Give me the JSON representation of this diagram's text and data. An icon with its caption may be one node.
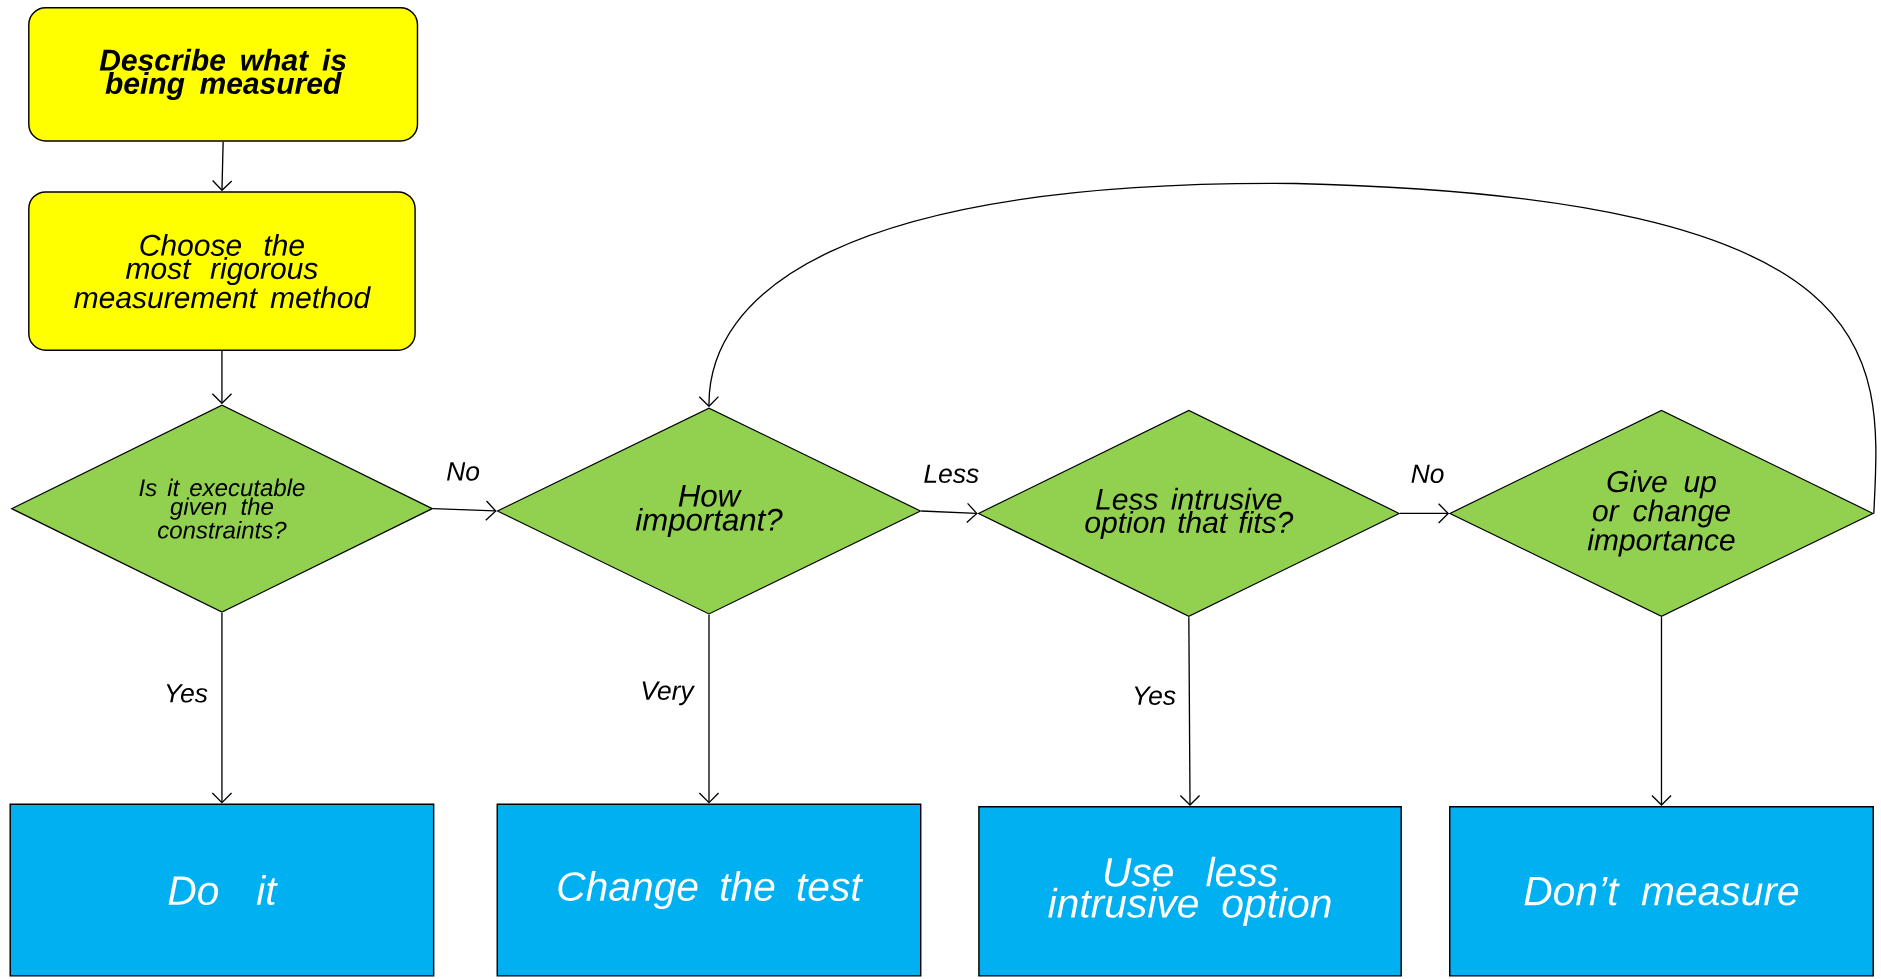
{
  "diagram": {
    "nodes": [
      {
        "text": [
          "Describe what is being measured"
        ]
      },
      {
        "text": [
          "Choose the most rigorous measurement method"
        ]
      },
      {
        "text": [
          "Is it executable given the constraints?"
        ]
      },
      {
        "text": [
          "How important?"
        ]
      },
      {
        "text": [
          "Less intrusive option that fits?"
        ]
      },
      {
        "text": [
          "Give up or change importance"
        ]
      },
      {
        "text": [
          "Do it"
        ]
      },
      {
        "text": [
          "Change the test"
        ]
      },
      {
        "text": [
          "Use less intrusive option"
        ]
      },
      {
        "text": [
          "Don’t measure"
        ]
      }
    ],
    "edges": [
      {
        "from": 0,
        "to": 1,
        "arrow": "to"
      },
      {
        "from": 1,
        "to": 2,
        "arrow": "to"
      },
      {
        "from": 2,
        "to": 3,
        "arrow": "to",
        "label": "No"
      },
      {
        "from": 3,
        "to": 4,
        "arrow": "to",
        "label": "Less"
      },
      {
        "from": 4,
        "to": 5,
        "arrow": "to",
        "label": "No"
      },
      {
        "from": 5,
        "to": 3,
        "arrow": "to"
      },
      {
        "from": 2,
        "to": 6,
        "arrow": "to",
        "label": "Yes"
      },
      {
        "from": 3,
        "to": 7,
        "arrow": "to",
        "label": "Very"
      },
      {
        "from": 4,
        "to": 8,
        "arrow": "to",
        "label": "Yes"
      },
      {
        "from": 5,
        "to": 9,
        "arrow": "to"
      }
    ]
  }
}
